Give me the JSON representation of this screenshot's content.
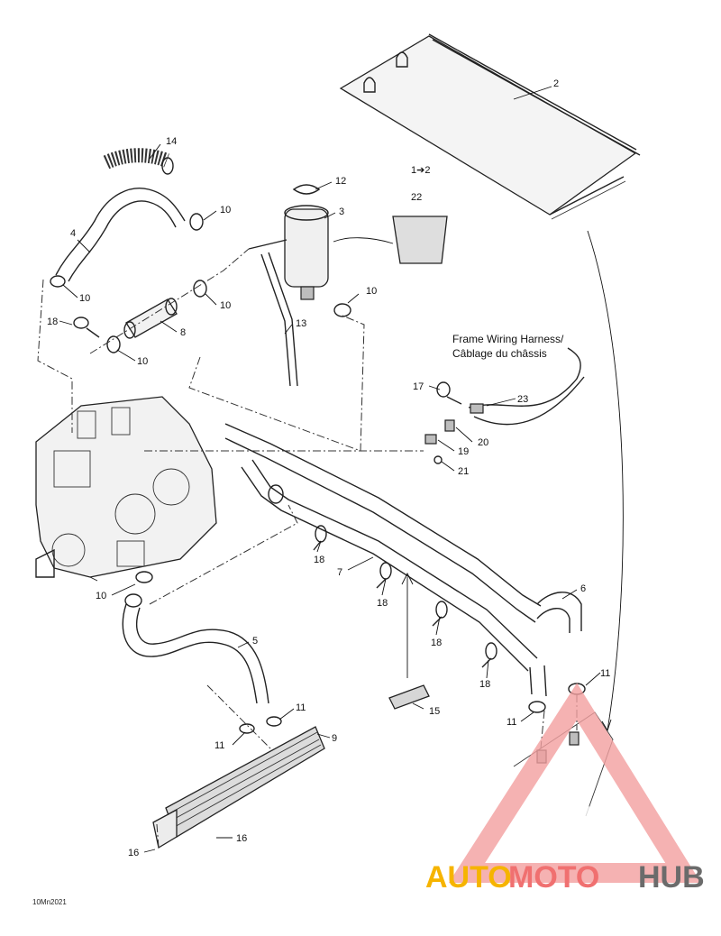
{
  "diagram": {
    "code": "10Mn2021",
    "harness_label_line1": "Frame Wiring Harness/",
    "harness_label_line2": "Câblage du châssis",
    "arrow_label": "1➔2",
    "callouts": {
      "c2": "2",
      "c14": "14",
      "c12": "12",
      "c3": "3",
      "c22": "22",
      "c4": "4",
      "c10a": "10",
      "c10b": "10",
      "c10c": "10",
      "c10d": "10",
      "c10e": "10",
      "c10f": "10",
      "c18a": "18",
      "c8": "8",
      "c13": "13",
      "c17": "17",
      "c23": "23",
      "c20": "20",
      "c19": "19",
      "c21": "21",
      "c18b": "18",
      "c7": "7",
      "c18c": "18",
      "c18d": "18",
      "c18e": "18",
      "c6": "6",
      "c5": "5",
      "c11a": "11",
      "c11b": "11",
      "c11c": "11",
      "c11d": "11",
      "c15": "15",
      "c9": "9",
      "c16a": "16",
      "c16b": "16"
    }
  },
  "watermark": {
    "word_auto": "AUTO",
    "word_moto": "MOTO",
    "word_hub": "HUB",
    "color_auto": "#f6b400",
    "color_moto": "#f07070",
    "color_hub": "#6b6b6b",
    "triangle_color": "#f3a0a0"
  }
}
